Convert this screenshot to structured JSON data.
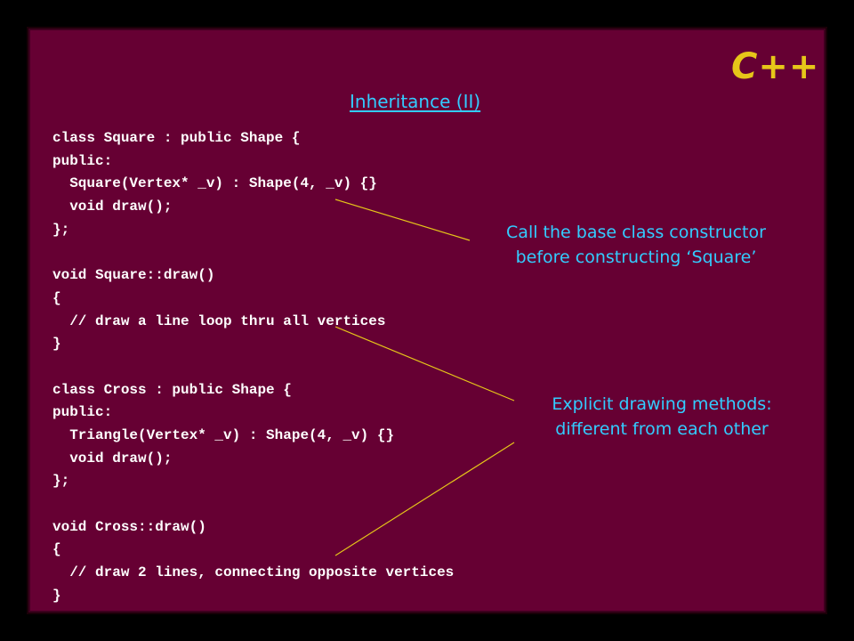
{
  "slide": {
    "logo": "C++",
    "title": "Inheritance (II)",
    "colors": {
      "background": "#660033",
      "accent": "#33ccff",
      "logo": "#e6c619",
      "code": "#ffffff",
      "connector": "#e6c619"
    },
    "code_lines": [
      "class Square : public Shape {",
      "public:",
      "  Square(Vertex* _v) : Shape(4, _v) {}",
      "  void draw();",
      "};",
      "",
      "void Square::draw()",
      "{",
      "  // draw a line loop thru all vertices",
      "}",
      "",
      "class Cross : public Shape {",
      "public:",
      "  Triangle(Vertex* _v) : Shape(4, _v) {}",
      "  void draw();",
      "};",
      "",
      "void Cross::draw()",
      "{",
      "  // draw 2 lines, connecting opposite vertices",
      "}"
    ],
    "annotations": [
      {
        "lines": [
          "Call the base class constructor",
          "before constructing ‘Square’"
        ]
      },
      {
        "lines": [
          "Explicit drawing methods:",
          "different from each other"
        ]
      }
    ]
  }
}
